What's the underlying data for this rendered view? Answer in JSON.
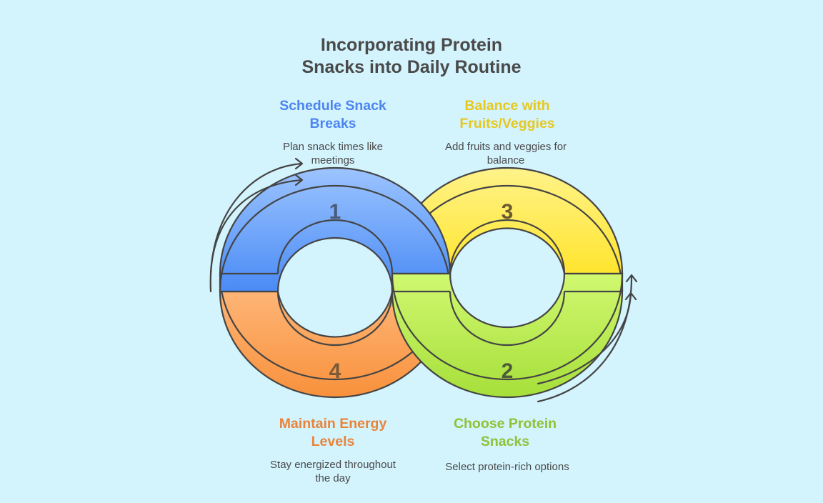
{
  "title": {
    "line1": "Incorporating Protein",
    "line2": "Snacks into Daily Routine"
  },
  "steps": [
    {
      "number": "1",
      "title_line1": "Schedule Snack",
      "title_line2": "Breaks",
      "desc_line1": "Plan snack times like",
      "desc_line2": "meetings",
      "color": "#4d85f0"
    },
    {
      "number": "2",
      "title_line1": "Choose Protein",
      "title_line2": "Snacks",
      "desc_line1": "Select protein-rich options",
      "desc_line2": "",
      "color": "#8fc236"
    },
    {
      "number": "3",
      "title_line1": "Balance with",
      "title_line2": "Fruits/Veggies",
      "desc_line1": "Add fruits and veggies for",
      "desc_line2": "balance",
      "color": "#e6c81e"
    },
    {
      "number": "4",
      "title_line1": "Maintain Energy",
      "title_line2": "Levels",
      "desc_line1": "Stay energized throughout",
      "desc_line2": "the day",
      "color": "#e8843a"
    }
  ],
  "colors": {
    "background": "#d3f3fd",
    "text": "#4a4a4a",
    "stroke": "#444444"
  }
}
